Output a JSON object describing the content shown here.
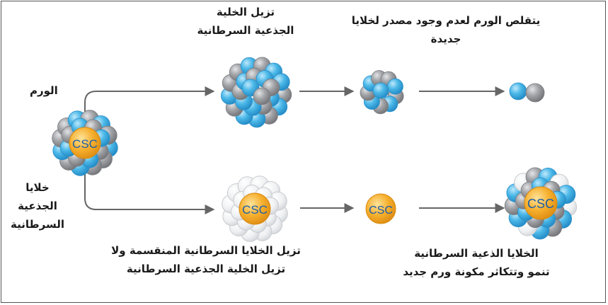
{
  "diagram": {
    "tumor_label": "الورم",
    "csc_label": [
      "خلايا",
      "الجذعية",
      "السرطانية"
    ],
    "top_step1": [
      "تزيل الخلية",
      "الجذعية السرطانية"
    ],
    "top_step2": [
      "يتقلص الورم لعدم وجود مصدر لخلايا",
      "جديدة"
    ],
    "bottom_step1": [
      "تزيل الخلايا السرطانية المنقسمة ولا",
      "تزيل الخلية الجذعية السرطانية"
    ],
    "bottom_step2": [
      "الخلايا الذعية السرطانية",
      "تنمو وتتكاثر مكونة ورم جديد"
    ],
    "cell_text": "CSC",
    "colors": {
      "blue_cell": "#44b4e6",
      "gray_cell": "#9c9ea2",
      "csc_cell": "#f5ad2a",
      "csc_text": "#1d5fa8",
      "arrow": "#666666"
    }
  }
}
